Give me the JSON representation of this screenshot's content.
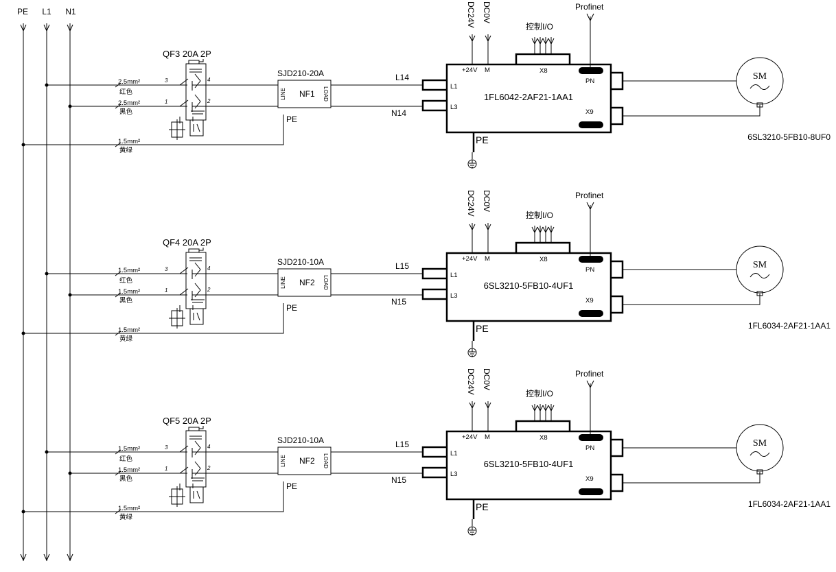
{
  "buses": [
    "PE",
    "L1",
    "N1"
  ],
  "colors": {
    "line": "#000000",
    "background": "#ffffff"
  },
  "common": {
    "dc24v": "DC24V",
    "dc0v": "DC0V",
    "control_io": "控制I/O",
    "profinet": "Profinet",
    "plus24v": "+24V",
    "m": "M",
    "x8": "X8",
    "x9": "X9",
    "pn": "PN",
    "l1": "L1",
    "l3": "L3",
    "pe": "PE",
    "line": "LINE",
    "load": "LOAD",
    "motor": "SM",
    "red": "红色",
    "black": "黑色",
    "yellow_green": "黄绿",
    "pin3": "3",
    "pin4": "4",
    "pin1": "1",
    "pin2": "2"
  },
  "rows": [
    {
      "breaker": "QF3 20A  2P",
      "wire_l": "2.5mm²",
      "wire_n": "2.5mm²",
      "wire_pe": "1.5mm²",
      "filter_model": "SJD210-20A",
      "filter_name": "NF1",
      "out_l": "L14",
      "out_n": "N14",
      "drive_model": "1FL6042-2AF21-1AA1",
      "motor_model": "6SL3210-5FB10-8UF0"
    },
    {
      "breaker": "QF4 20A  2P",
      "wire_l": "1.5mm²",
      "wire_n": "1.5mm²",
      "wire_pe": "1.5mm²",
      "filter_model": "SJD210-10A",
      "filter_name": "NF2",
      "out_l": "L15",
      "out_n": "N15",
      "drive_model": "6SL3210-5FB10-4UF1",
      "motor_model": "1FL6034-2AF21-1AA1"
    },
    {
      "breaker": "QF5 20A  2P",
      "wire_l": "1.5mm²",
      "wire_n": "1.5mm²",
      "wire_pe": "1.5mm²",
      "filter_model": "SJD210-10A",
      "filter_name": "NF2",
      "out_l": "L15",
      "out_n": "N15",
      "drive_model": "6SL3210-5FB10-4UF1",
      "motor_model": "1FL6034-2AF21-1AA1"
    }
  ]
}
